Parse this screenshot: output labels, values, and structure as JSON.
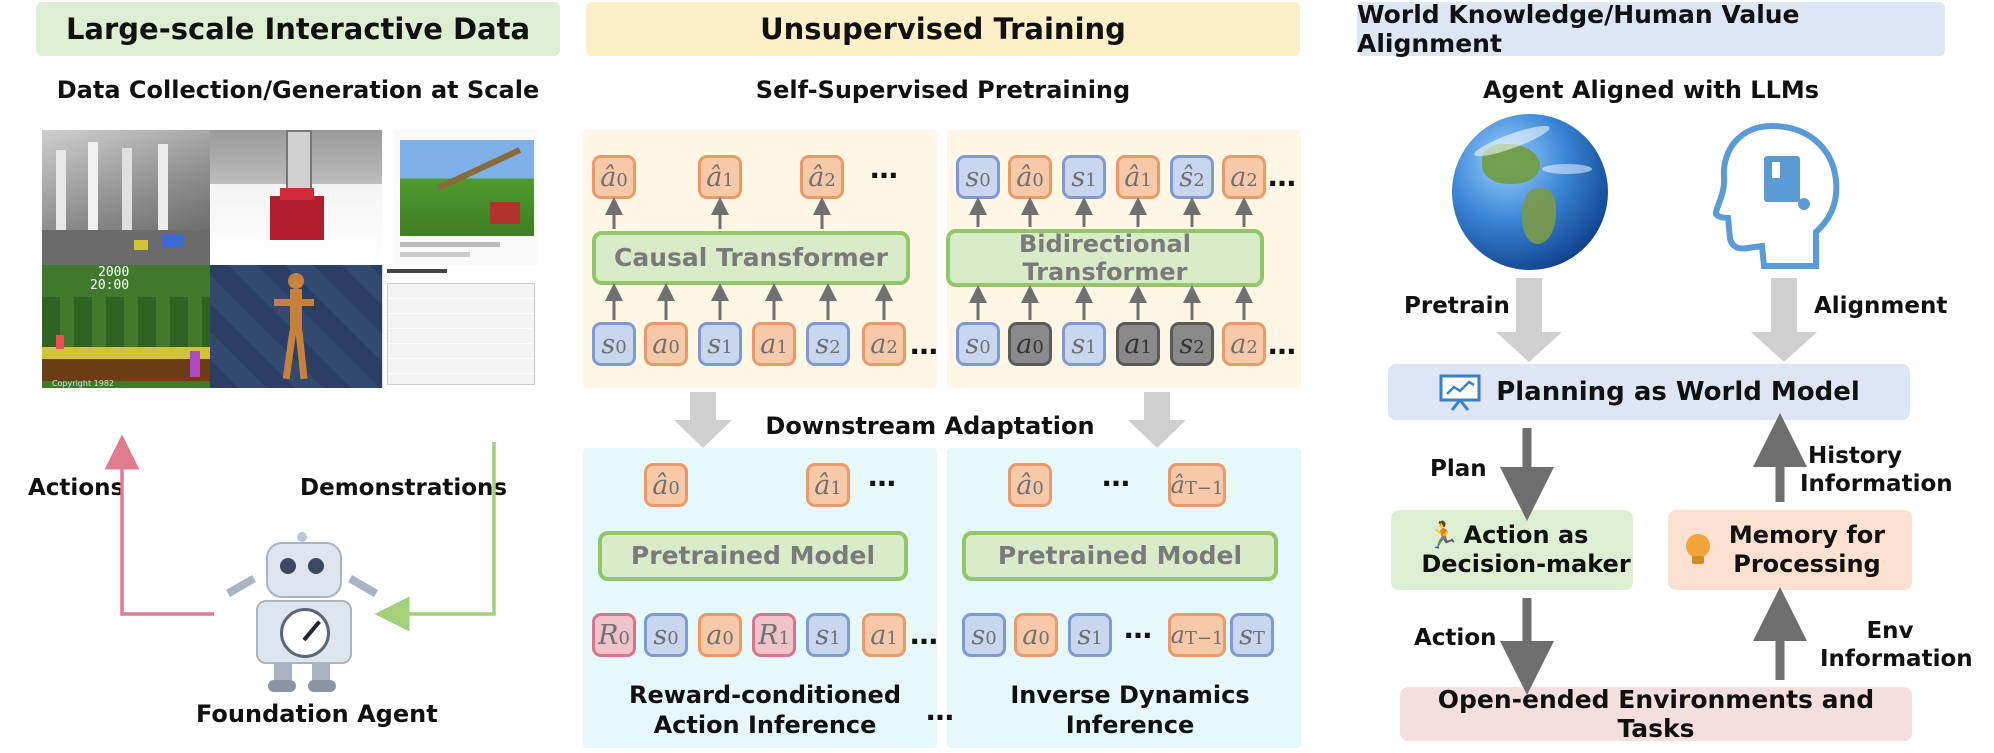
{
  "headers": {
    "col1": "Large-scale Interactive Data",
    "col2": "Unsupervised Training",
    "col3": "World Knowledge/Human Value Alignment"
  },
  "col1": {
    "subtitle": "Data Collection/Generation at Scale",
    "actions_label": "Actions",
    "demonstrations_label": "Demonstrations",
    "agent_label": "Foundation Agent",
    "game_score": "2000",
    "game_timer": "20:00",
    "game_copyright": "Copyright 1982"
  },
  "col2": {
    "subtitle": "Self-Supervised Pretraining",
    "causal_transformer": "Causal Transformer",
    "bidirectional_transformer": "Bidirectional Transformer",
    "downstream": "Downstream Adaptation",
    "pretrained_model_left": "Pretrained Model",
    "pretrained_model_right": "Pretrained Model",
    "reward_caption": "Reward-conditioned Action Inference",
    "inverse_caption": "Inverse Dynamics Inference",
    "ellipsis": "…"
  },
  "col3": {
    "subtitle": "Agent Aligned with LLMs",
    "pretrain": "Pretrain",
    "alignment": "Alignment",
    "planning": "Planning as World Model",
    "plan": "Plan",
    "history": "History Information",
    "action_box": "Action as Decision-maker",
    "memory_box": "Memory for Processing",
    "action": "Action",
    "env": "Env Information",
    "environments": "Open-ended Environments and Tasks"
  },
  "colors": {
    "green_banner": "#dcefd2",
    "yellow_banner": "#fdf0c8",
    "blue_banner": "#dde6f5",
    "orange_token": "#ea9a68",
    "blue_token": "#7f9ad0",
    "pink_token": "#d7758a",
    "transformer_green": "#93c56a"
  },
  "icons": [
    "earth-globe-icon",
    "head-book-icon",
    "presentation-chart-icon",
    "running-person-icon",
    "lightbulb-icon",
    "robot-icon"
  ]
}
